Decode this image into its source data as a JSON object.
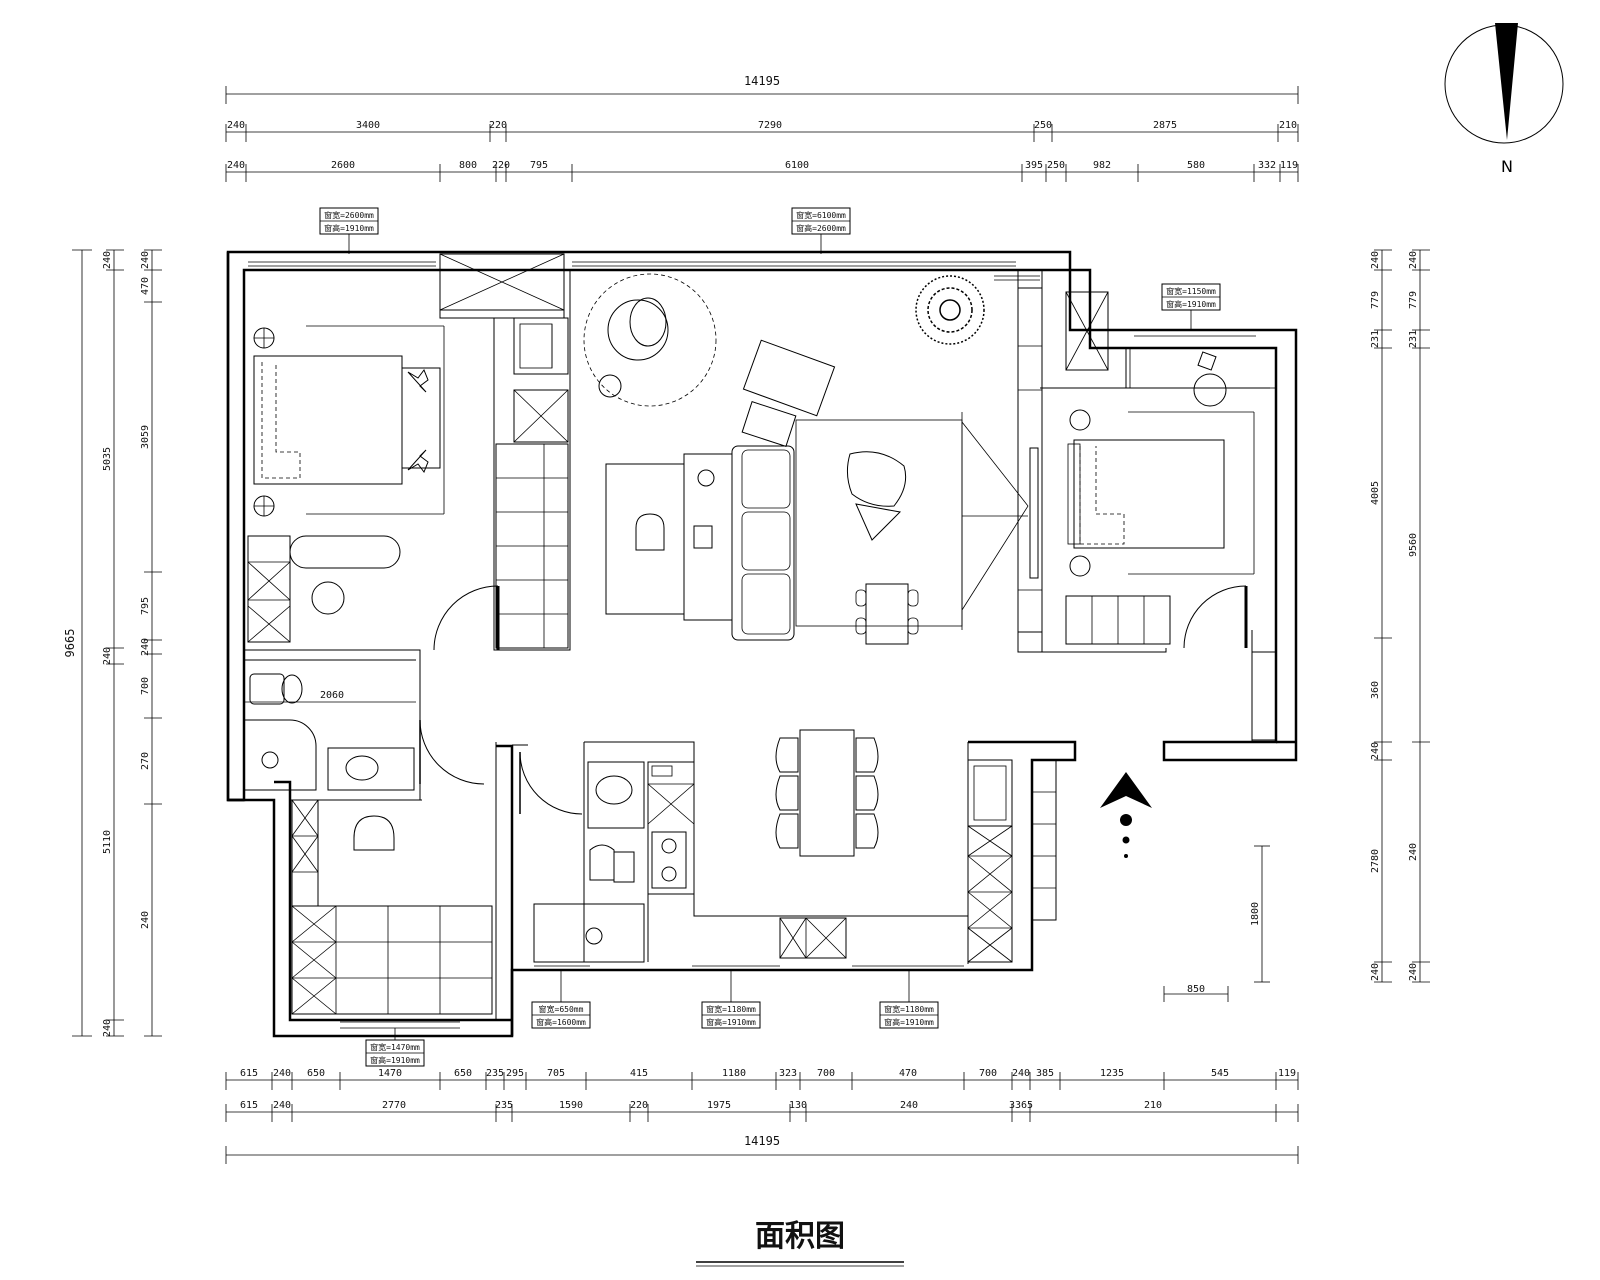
{
  "title": "面积图",
  "compass": {
    "north_label": "N"
  },
  "top_dimensions": {
    "total": "14195",
    "row1": [
      "240",
      "3400",
      "220",
      "7290",
      "250",
      "2875",
      "210"
    ],
    "row2": [
      "240",
      "2600",
      "800",
      "220",
      "795",
      "6100",
      "395",
      "250",
      "982",
      "580",
      "332",
      "119"
    ]
  },
  "bottom_dimensions": {
    "total": "14195",
    "row1": [
      "615",
      "240",
      "650",
      "1470",
      "650",
      "235",
      "295",
      "705",
      "415",
      "1180",
      "323",
      "700",
      "470",
      "700",
      "240",
      "385",
      "1235",
      "545",
      "119"
    ],
    "row2": [
      "615",
      "240",
      "2770",
      "235",
      "1590",
      "220",
      "1975",
      "130",
      "240",
      "3365",
      "210"
    ]
  },
  "left_dimensions": {
    "total": "9665",
    "row1": [
      "240",
      "5035",
      "240",
      "5110",
      "240"
    ],
    "row2": [
      "240",
      "470",
      "3059",
      "795",
      "240",
      "700",
      "270",
      "240"
    ]
  },
  "right_dimensions": {
    "row1": [
      "240",
      "779",
      "231",
      "4005",
      "360",
      "240",
      "2780",
      "240"
    ],
    "row2": [
      "240",
      "779",
      "231",
      "9560",
      "240",
      "240"
    ]
  },
  "window_labels": [
    {
      "w": "窗宽=2600mm",
      "h": "窗高=1910mm"
    },
    {
      "w": "窗宽=6100mm",
      "h": "窗高=2600mm"
    },
    {
      "w": "窗宽=1150mm",
      "h": "窗高=1910mm"
    },
    {
      "w": "窗宽=1470mm",
      "h": "窗高=1910mm"
    },
    {
      "w": "窗宽=650mm",
      "h": "窗高=1600mm"
    },
    {
      "w": "窗宽=1180mm",
      "h": "窗高=1910mm"
    },
    {
      "w": "窗宽=1180mm",
      "h": "窗高=1910mm"
    }
  ],
  "interior_dimensions": {
    "bathroom_width": "2060",
    "entry_height": "1800",
    "entry_width": "850"
  }
}
